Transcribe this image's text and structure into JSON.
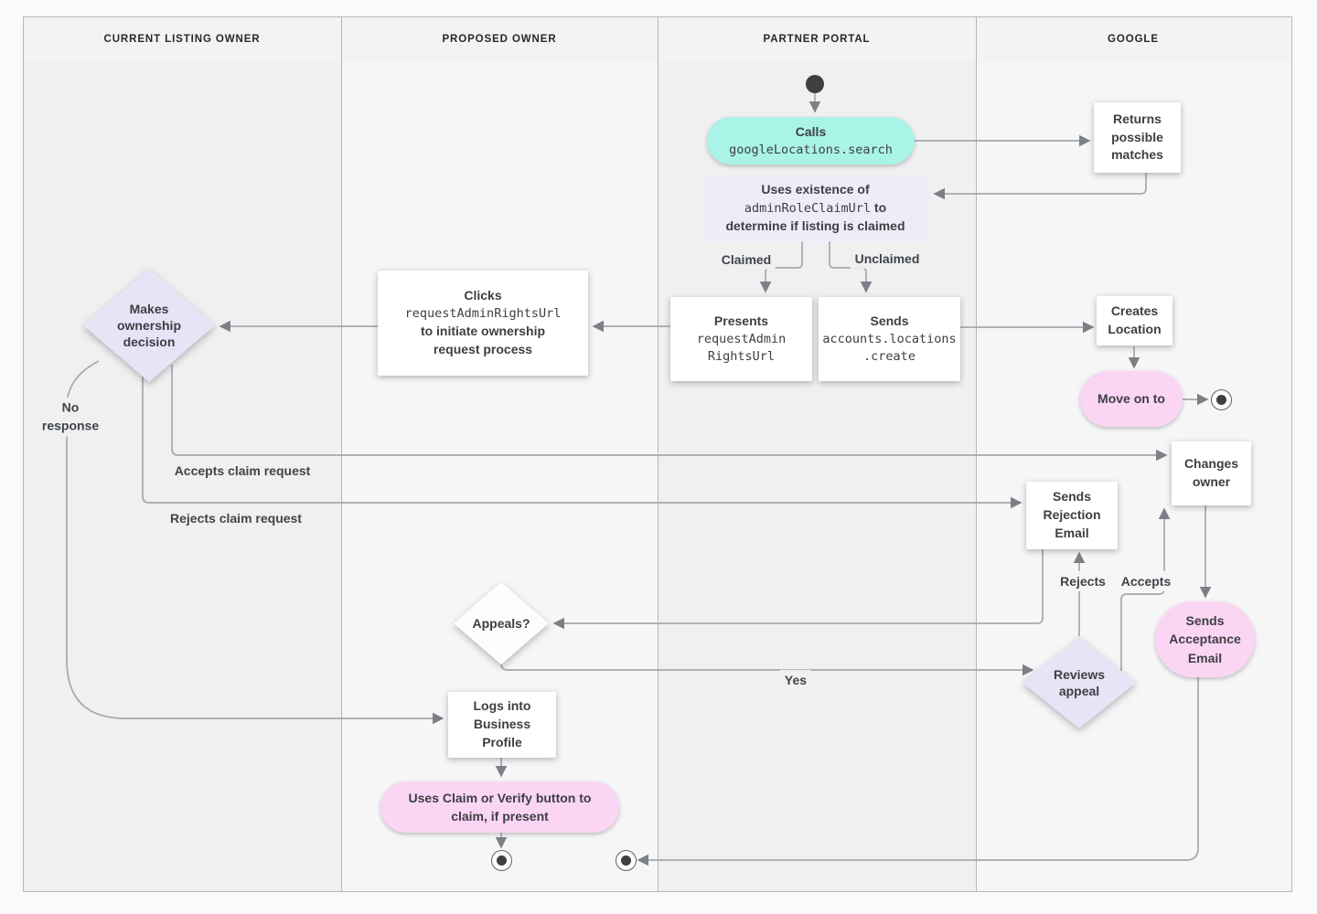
{
  "lanes": [
    {
      "label": "CURRENT LISTING OWNER"
    },
    {
      "label": "PROPOSED OWNER"
    },
    {
      "label": "PARTNER PORTAL"
    },
    {
      "label": "GOOGLE"
    }
  ],
  "nodes": {
    "calls": {
      "title": "Calls",
      "code": "googleLocations.search"
    },
    "returns_matches": {
      "text": "Returns\npossible\nmatches"
    },
    "uses_existence": {
      "line1": "Uses existence of",
      "code": "adminRoleClaimUrl",
      "line2_suffix": " to",
      "line3": "determine if listing is claimed"
    },
    "presents": {
      "title": "Presents",
      "code": "requestAdmin\nRightsUrl"
    },
    "sends_create": {
      "title": "Sends",
      "code": "accounts.locations\n.create"
    },
    "clicks": {
      "title": "Clicks",
      "code": "requestAdminRightsUrl",
      "rest": "to initiate ownership\nrequest process"
    },
    "makes_decision": {
      "text": "Makes\nownership\ndecision"
    },
    "creates_location": {
      "text": "Creates\nLocation"
    },
    "move_on": {
      "text": "Move on to"
    },
    "changes_owner": {
      "text": "Changes\nowner"
    },
    "sends_rejection": {
      "text": "Sends\nRejection\nEmail"
    },
    "appeals": {
      "text": "Appeals?"
    },
    "reviews_appeal": {
      "text": "Reviews\nappeal"
    },
    "sends_acceptance": {
      "text": "Sends\nAcceptance\nEmail"
    },
    "logs_into": {
      "text": "Logs into\nBusiness\nProfile"
    },
    "uses_claim": {
      "text": "Uses Claim or Verify button to\nclaim, if present"
    }
  },
  "edge_labels": {
    "claimed": "Claimed",
    "unclaimed": "Unclaimed",
    "no_response": "No\nresponse",
    "accepts_claim": "Accepts claim request",
    "rejects_claim": "Rejects claim request",
    "yes": "Yes",
    "rejects": "Rejects",
    "accepts": "Accepts"
  },
  "colors": {
    "teal": "#aaf3e7",
    "pink": "#fbd5f4",
    "lavender_box": "#efecfa",
    "lavender_diamond": "#e8e3f6",
    "connector": "#a4a9ae",
    "arrow": "#7b8086",
    "node_text": "#3c4043"
  }
}
